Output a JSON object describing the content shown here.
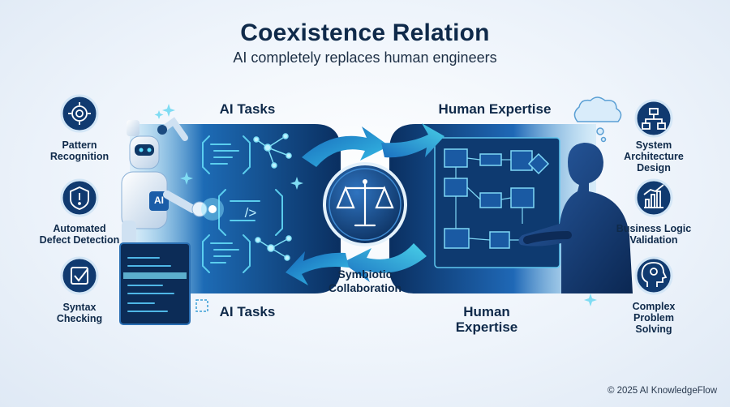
{
  "title": "Coexistence Relation",
  "subtitle": "AI completely replaces human engineers",
  "ai_panel": {
    "header_top": "AI Tasks",
    "header_bottom": "AI Tasks",
    "robot_badge": "AI"
  },
  "human_panel": {
    "header_top": "Human Expertise",
    "header_bottom_line1": "Human",
    "header_bottom_line2": "Expertise"
  },
  "center": {
    "label_line1": "Symbiotic",
    "label_line2": "Collaboration"
  },
  "left_features": [
    {
      "label_line1": "Pattern",
      "label_line2": "Recognition",
      "icon": "target-gear-icon"
    },
    {
      "label_line1": "Automated",
      "label_line2": "Defect Detection",
      "icon": "shield-alert-icon"
    },
    {
      "label_line1": "Syntax",
      "label_line2": "Checking",
      "icon": "checkbox-icon"
    }
  ],
  "right_features": [
    {
      "label_line1": "System",
      "label_line2": "Architecture",
      "label_line3": "Design",
      "icon": "org-chart-icon"
    },
    {
      "label_line1": "Business Logic",
      "label_line2": "Validation",
      "icon": "bar-chart-icon"
    },
    {
      "label_line1": "Complex",
      "label_line2": "Problem",
      "label_line3": "Solving",
      "icon": "head-gear-icon"
    }
  ],
  "code_symbols": {
    "braces": "{ }",
    "prompt": "/>"
  },
  "copyright": "© 2025 AI KnowledgeFlow",
  "colors": {
    "navy": "#0f2a4a",
    "accent": "#2fb9e3",
    "panel_dark": "#0c3466",
    "panel_mid": "#1d5ea8"
  }
}
